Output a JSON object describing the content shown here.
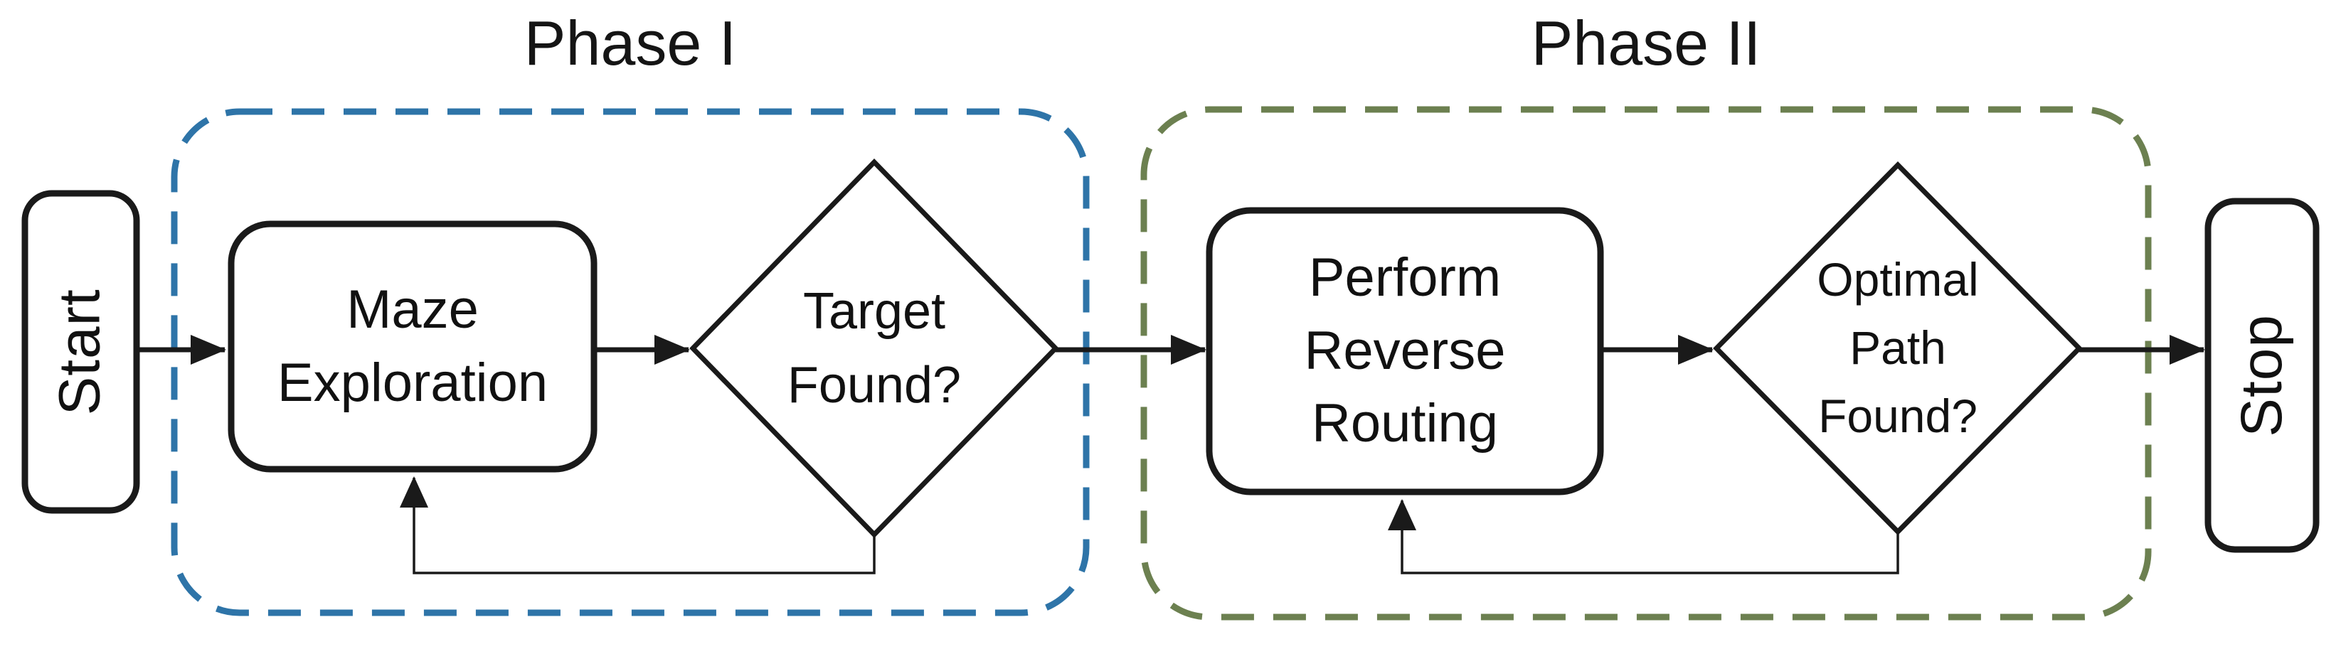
{
  "figure": {
    "background": "#ffffff",
    "description": "Two-phase maze routing flowchart"
  },
  "colors": {
    "ink": "#1a1a1a",
    "phase1_border": "#2E74A8",
    "phase2_border": "#6C8050"
  },
  "phases": [
    {
      "id": "phase-1",
      "label": "Phase I",
      "border_color": "#2E74A8"
    },
    {
      "id": "phase-2",
      "label": "Phase II",
      "border_color": "#6C8050"
    }
  ],
  "nodes": {
    "start": {
      "type": "terminator",
      "label": "Start"
    },
    "maze_exploration": {
      "type": "process",
      "label": "Maze\nExploration"
    },
    "target_found": {
      "type": "decision",
      "label": "Target\nFound?"
    },
    "perform_reverse_routing": {
      "type": "process",
      "label": "Perform\nReverse\nRouting"
    },
    "optimal_path_found": {
      "type": "decision",
      "label": "Optimal\nPath\nFound?"
    },
    "stop": {
      "type": "terminator",
      "label": "Stop"
    }
  }
}
